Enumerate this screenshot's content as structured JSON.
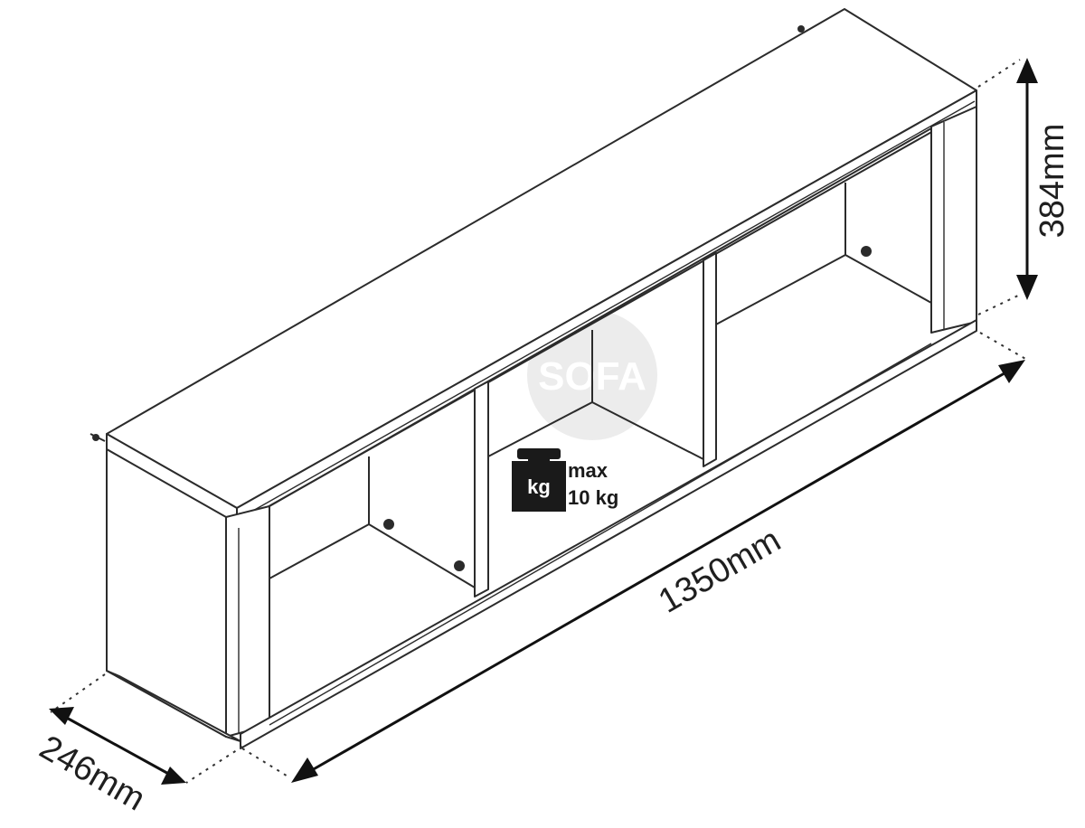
{
  "dimensions": {
    "width": "1350mm",
    "height": "384mm",
    "depth": "246mm"
  },
  "load": {
    "unit_badge": "kg",
    "max_label": "max",
    "max_value": "10 kg"
  },
  "watermark": {
    "text": "SOFA"
  }
}
